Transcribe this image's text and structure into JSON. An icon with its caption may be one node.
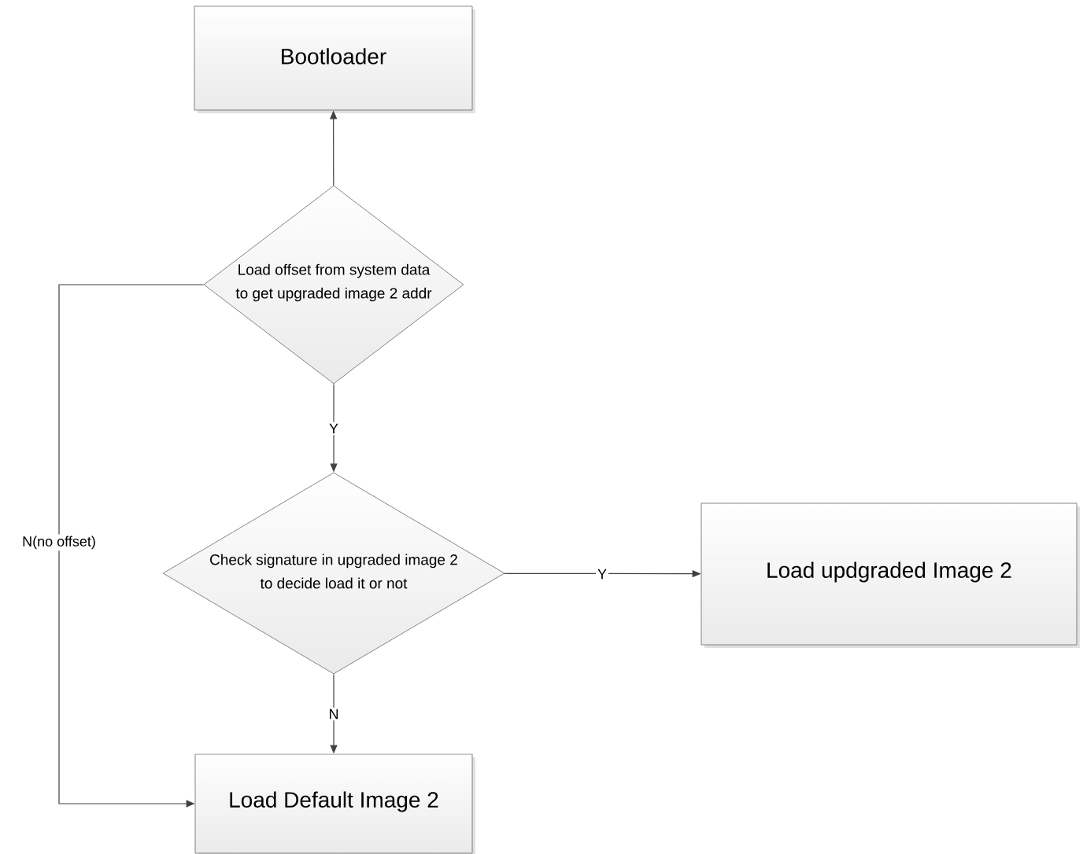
{
  "diagram": {
    "nodes": [
      {
        "text": [
          "Bootloader"
        ]
      },
      {
        "text": [
          "Load offset from system data to get upgraded image 2 addr"
        ]
      },
      {
        "text": [
          "Check signature in upgraded image 2 to decide load it or not"
        ]
      },
      {
        "text": [
          "Load updgraded Image 2"
        ]
      },
      {
        "text": [
          "Load Default Image 2"
        ]
      }
    ],
    "edges": [
      {
        "from": 1,
        "to": 0,
        "arrow": "to"
      },
      {
        "from": 1,
        "to": 2,
        "arrow": "to",
        "label": "Y"
      },
      {
        "from": 2,
        "to": 3,
        "arrow": "to",
        "label": "Y"
      },
      {
        "from": 2,
        "to": 4,
        "arrow": "to",
        "label": "N"
      },
      {
        "from": 1,
        "to": 4,
        "arrow": "to",
        "label": "N(no offset)"
      }
    ]
  }
}
